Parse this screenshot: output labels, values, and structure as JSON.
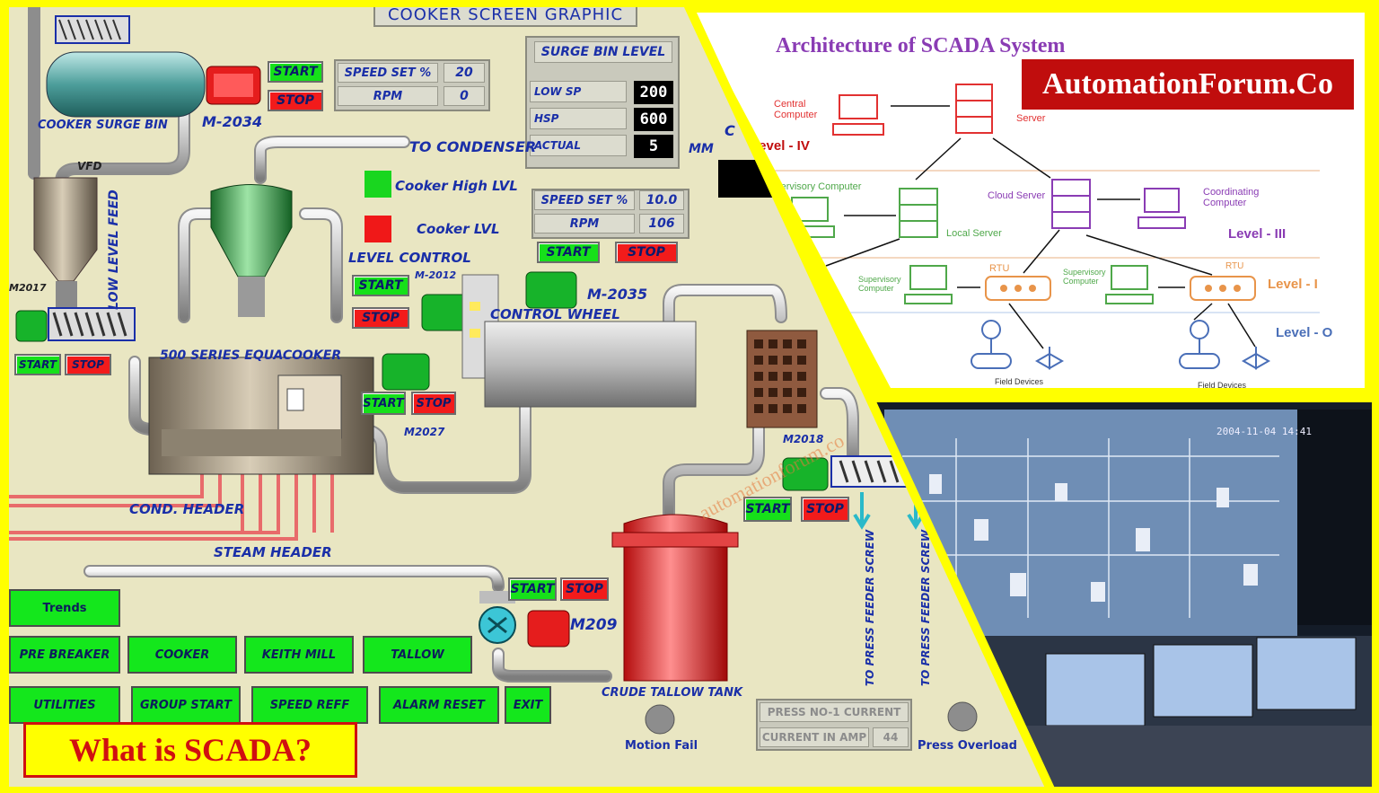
{
  "hmi": {
    "title": "COOKER SCREEN GRAPHIC",
    "surge_bin": {
      "title": "SURGE BIN LEVEL",
      "rows": [
        {
          "label": "LOW SP",
          "value": "200"
        },
        {
          "label": "HSP",
          "value": "600"
        },
        {
          "label": "ACTUAL",
          "value": "5"
        }
      ],
      "unit": "MM"
    },
    "speed_set_1": {
      "speed_label": "SPEED SET %",
      "speed_value": "20",
      "rpm_label": "RPM",
      "rpm_value": "0"
    },
    "speed_set_2": {
      "speed_label": "SPEED SET %",
      "speed_value": "10.0",
      "rpm_label": "RPM",
      "rpm_value": "106"
    },
    "labels": {
      "cooker_surge_bin": "COOKER SURGE BIN",
      "m2034": "M-2034",
      "to_condenser": "TO CONDENSER",
      "vfd": "VFD",
      "low_level_feed": "LOW LEVEL FEED",
      "m2017": "M2017",
      "cooker_high_lvl": "Cooker High LVL",
      "cooker_lvl": "Cooker LVL",
      "level_control": "LEVEL CONTROL",
      "m2012": "M-2012",
      "m2035": "M-2035",
      "control_wheel": "CONTROL WHEEL",
      "equacooker": "500 SERIES EQUACOOKER",
      "m2027": "M2027",
      "m2018": "M2018",
      "cond_header": "COND. HEADER",
      "steam_header": "STEAM HEADER",
      "m209": "M209",
      "crude_tallow_tank": "CRUDE TALLOW TANK",
      "press_feeder_1": "TO PRESS FEEDER SCREW",
      "press_feeder_2": "TO PRESS FEEDER SCREW",
      "motion_fail": "Motion Fail",
      "press_overload": "Press Overload",
      "cut_label": "C",
      "watermark": "automationforum.co"
    },
    "start": "START",
    "stop": "STOP",
    "nav": {
      "trends": "Trends",
      "pre_breaker": "PRE BREAKER",
      "cooker": "COOKER",
      "keith_mill": "KEITH MILL",
      "tallow": "TALLOW",
      "utilities": "UTILITIES",
      "group_start": "GROUP START",
      "speed_reff": "SPEED REFF",
      "alarm_reset": "ALARM RESET",
      "exit": "EXIT"
    },
    "press": {
      "title": "PRESS NO-1 CURRENT",
      "amp_label": "CURRENT IN AMP",
      "amp_value": "44"
    },
    "badge": "What is SCADA?"
  },
  "architecture": {
    "title": "Architecture of SCADA System",
    "brand": "AutomationForum.Co",
    "central_computer": "Central Computer",
    "server": "Server",
    "supervisory_computer": "Supervisory Computer",
    "cloud_server": "Cloud Server",
    "coordinating_computer": "Coordinating Computer",
    "local_server": "Local Server",
    "rtu": "RTU",
    "supervisory_small": "Supervisory Computer",
    "field_devices": "Field Devices",
    "level_iv": "Level - IV",
    "level_iii": "Level - III",
    "level_i": "Level - I",
    "level_o": "Level - O"
  },
  "control_room": {
    "timestamp": "2004-11-04 14:41"
  },
  "colors": {
    "accent_yellow": "#ffff00",
    "hmi_bg": "#e9e6c2",
    "start_green": "#16e01a",
    "stop_red": "#f21b1b",
    "brand_red": "#c00d0d",
    "arch_purple": "#8a3cb4"
  }
}
